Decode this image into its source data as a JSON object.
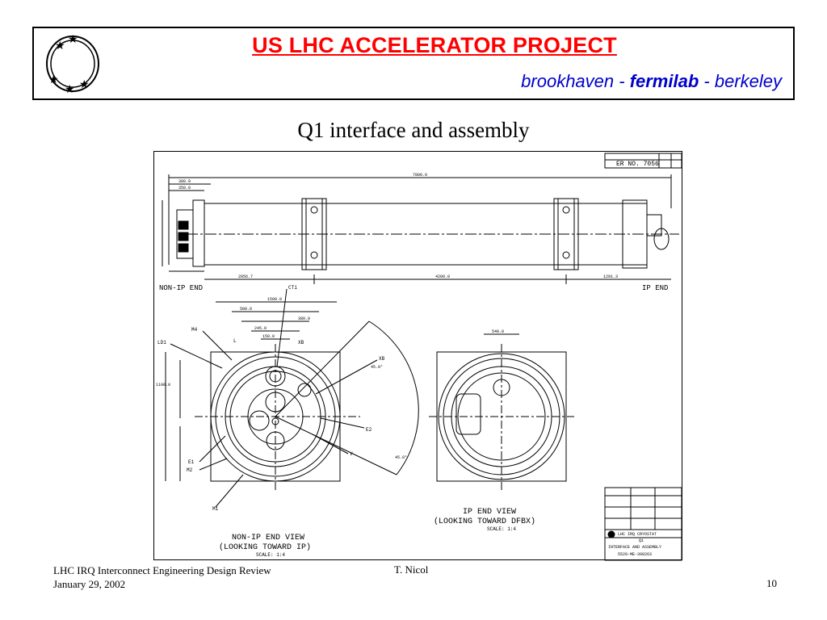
{
  "header": {
    "title": "US LHC ACCELERATOR PROJECT",
    "subtitle_part1": "brookhaven - ",
    "subtitle_part2": "fermilab",
    "subtitle_part3": " - berkeley",
    "title_color": "#ff0000",
    "subtitle_color": "#0000cc",
    "logo_icon": "star-ring-logo-icon"
  },
  "slide": {
    "title": "Q1 interface and assembly"
  },
  "drawing": {
    "er_no": "ER NO. 7056",
    "label_non_ip_end": "NON-IP END",
    "label_ip_end": "IP END",
    "label_non_ip_view_1": "NON-IP END VIEW",
    "label_non_ip_view_2": "(LOOKING TOWARD IP)",
    "label_non_ip_scale": "SCALE: 1:4",
    "label_ip_view_1": "IP END VIEW",
    "label_ip_view_2": "(LOOKING TOWARD DFBX)",
    "label_ip_scale": "SCALE: 1:4",
    "dim_overall_length": "7800.0",
    "dim_4200": "4200.0",
    "dim_2056": "2056.7",
    "dim_1291": "1291.3",
    "dim_380": "380.0",
    "dim_350": "350.0",
    "dim_1500": "1500.0",
    "dim_500": "500.0",
    "dim_380b": "380.0",
    "dim_245": "245.0",
    "dim_150": "150.0",
    "dim_1100": "1100.0",
    "dim_540": "540.0",
    "callout_ct1": "CT1",
    "callout_m4": "M4",
    "callout_ld1": "LD1",
    "callout_l": "L",
    "callout_xb": "XB",
    "callout_xb2": "XB",
    "callout_e2": "E2",
    "callout_e1": "E1",
    "callout_m2": "M2",
    "callout_m1": "M1",
    "callout_v": "V",
    "angle_top": "45.0°",
    "angle_bottom": "45.0°",
    "title_block_1": "LHC IRQ CRYOSTAT",
    "title_block_2": "Q1",
    "title_block_3": "INTERFACE AND ASSEMBLY",
    "title_block_4": "5520-ME-390263"
  },
  "footer": {
    "left_line1": "LHC IRQ Interconnect Engineering Design Review",
    "left_line2": "January 29, 2002",
    "center": "T. Nicol",
    "page_number": "10"
  }
}
